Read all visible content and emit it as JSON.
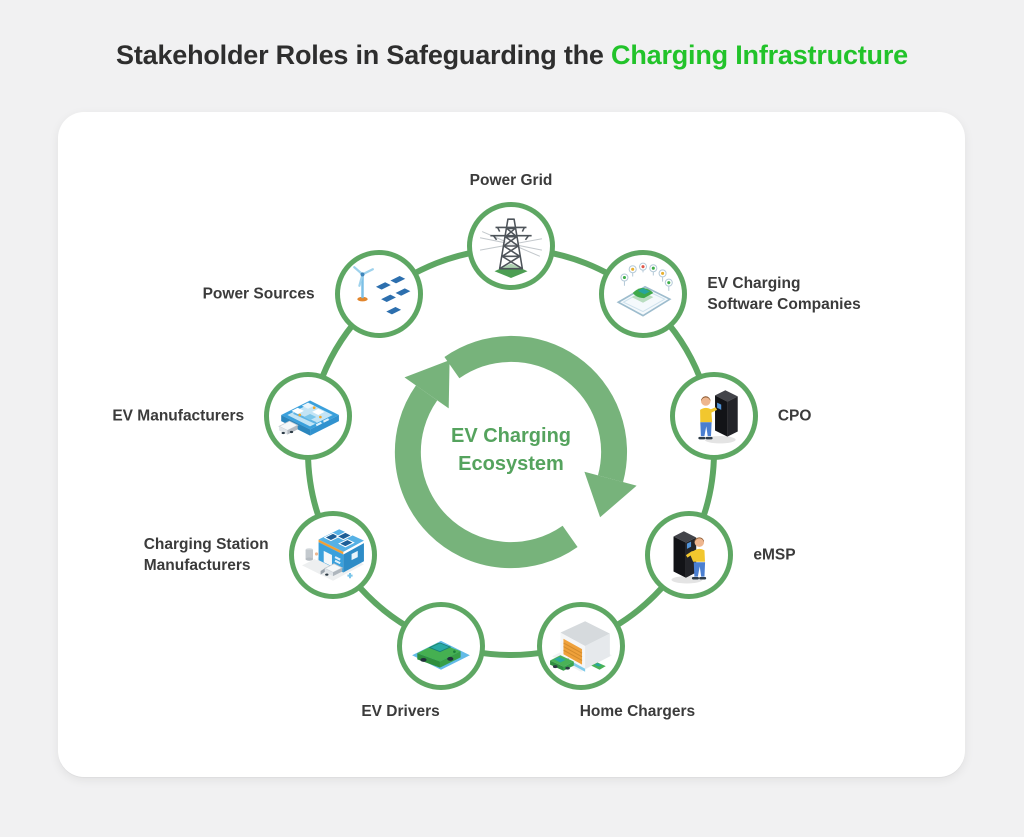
{
  "title": {
    "text_dark": "Stakeholder Roles in Safeguarding the ",
    "text_green": "Charging Infrastructure",
    "green_color": "#22c32a"
  },
  "diagram": {
    "center_label_lines": [
      "EV Charging",
      "Ecosystem"
    ],
    "colors": {
      "ring": "#5ea763",
      "arrows": "#77b37b",
      "center_text": "#55a35e"
    },
    "nodes": [
      {
        "id": "power-grid",
        "label_lines": [
          "Power Grid"
        ],
        "icon": "power-grid-icon",
        "angle": 90,
        "label_pos": "top"
      },
      {
        "id": "ev-charging-software-companies",
        "label_lines": [
          "EV Charging",
          "Software Companies"
        ],
        "icon": "ev-software-icon",
        "angle": 50,
        "label_pos": "right"
      },
      {
        "id": "cpo",
        "label_lines": [
          "CPO"
        ],
        "icon": "cpo-icon",
        "angle": 10,
        "label_pos": "right"
      },
      {
        "id": "emsp",
        "label_lines": [
          "eMSP"
        ],
        "icon": "emsp-icon",
        "angle": -30,
        "label_pos": "right"
      },
      {
        "id": "home-chargers",
        "label_lines": [
          "Home Chargers"
        ],
        "icon": "home-chargers-icon",
        "angle": -70,
        "label_pos": "bottom-right"
      },
      {
        "id": "ev-drivers",
        "label_lines": [
          "EV Drivers"
        ],
        "icon": "ev-drivers-icon",
        "angle": -110,
        "label_pos": "bottom-left"
      },
      {
        "id": "charging-station-manufacturers",
        "label_lines": [
          "Charging Station",
          "Manufacturers"
        ],
        "icon": "charging-station-manufacturers-icon",
        "angle": -150,
        "label_pos": "left"
      },
      {
        "id": "ev-manufacturers",
        "label_lines": [
          "EV Manufacturers"
        ],
        "icon": "ev-manufacturers-icon",
        "angle": 170,
        "label_pos": "left"
      },
      {
        "id": "power-sources",
        "label_lines": [
          "Power Sources"
        ],
        "icon": "power-sources-icon",
        "angle": 130,
        "label_pos": "left"
      }
    ]
  }
}
